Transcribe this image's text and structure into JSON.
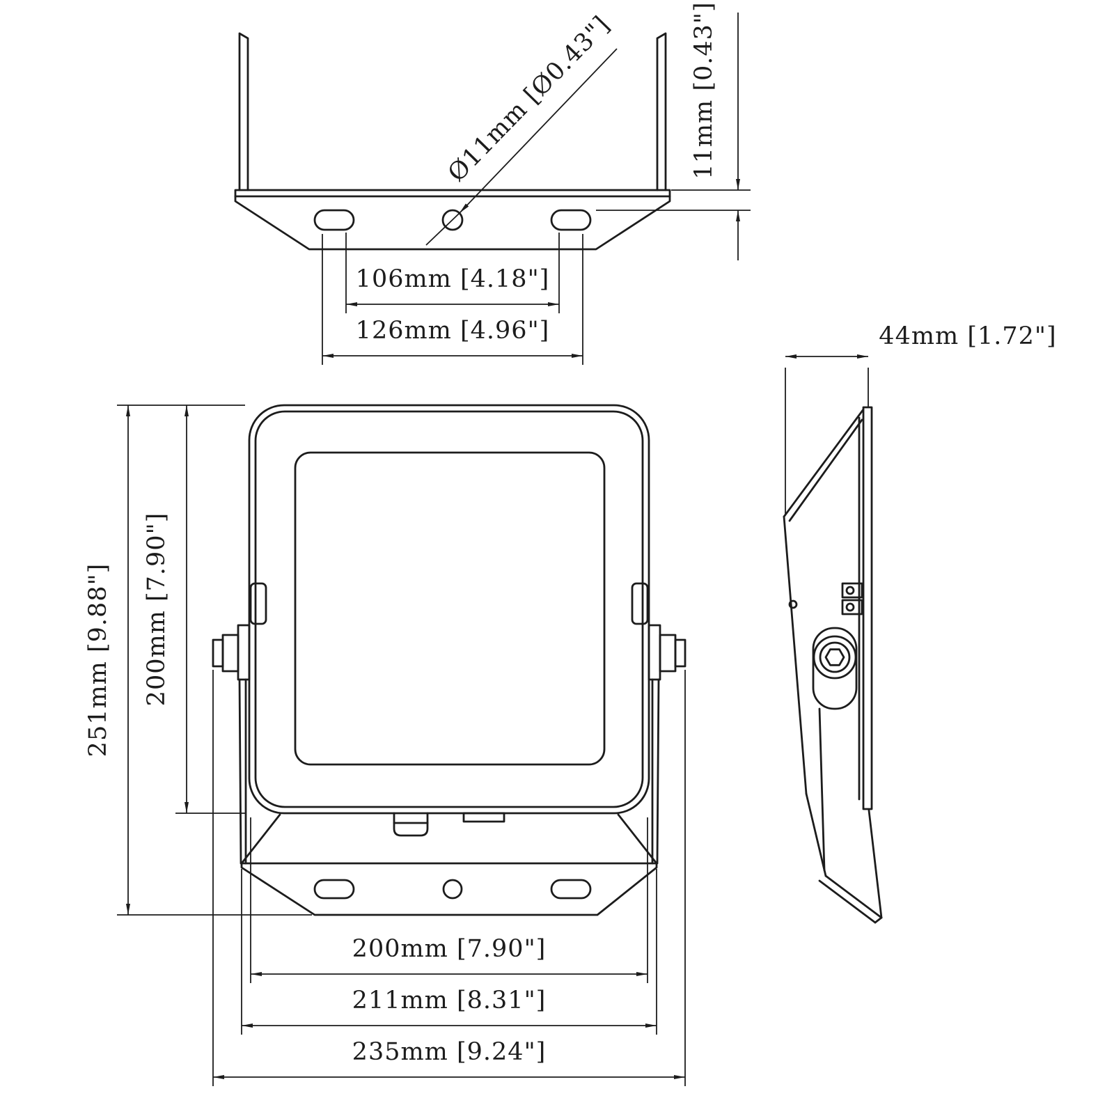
{
  "drawing": {
    "background_color": "#ffffff",
    "line_color": "#1c1c1c"
  },
  "dimensions": {
    "hole_diameter": "Ø11mm [Ø0.43\"]",
    "plate_edge_offset": "11mm [0.43\"]",
    "slot_spacing": "106mm [4.18\"]",
    "slot_outer_spacing": "126mm [4.96\"]",
    "overall_height": "251mm [9.88\"]",
    "body_height": "200mm [7.90\"]",
    "body_width": "200mm [7.90\"]",
    "base_width": "211mm [8.31\"]",
    "overall_width": "235mm [9.24\"]",
    "depth": "44mm [1.72\"]"
  }
}
